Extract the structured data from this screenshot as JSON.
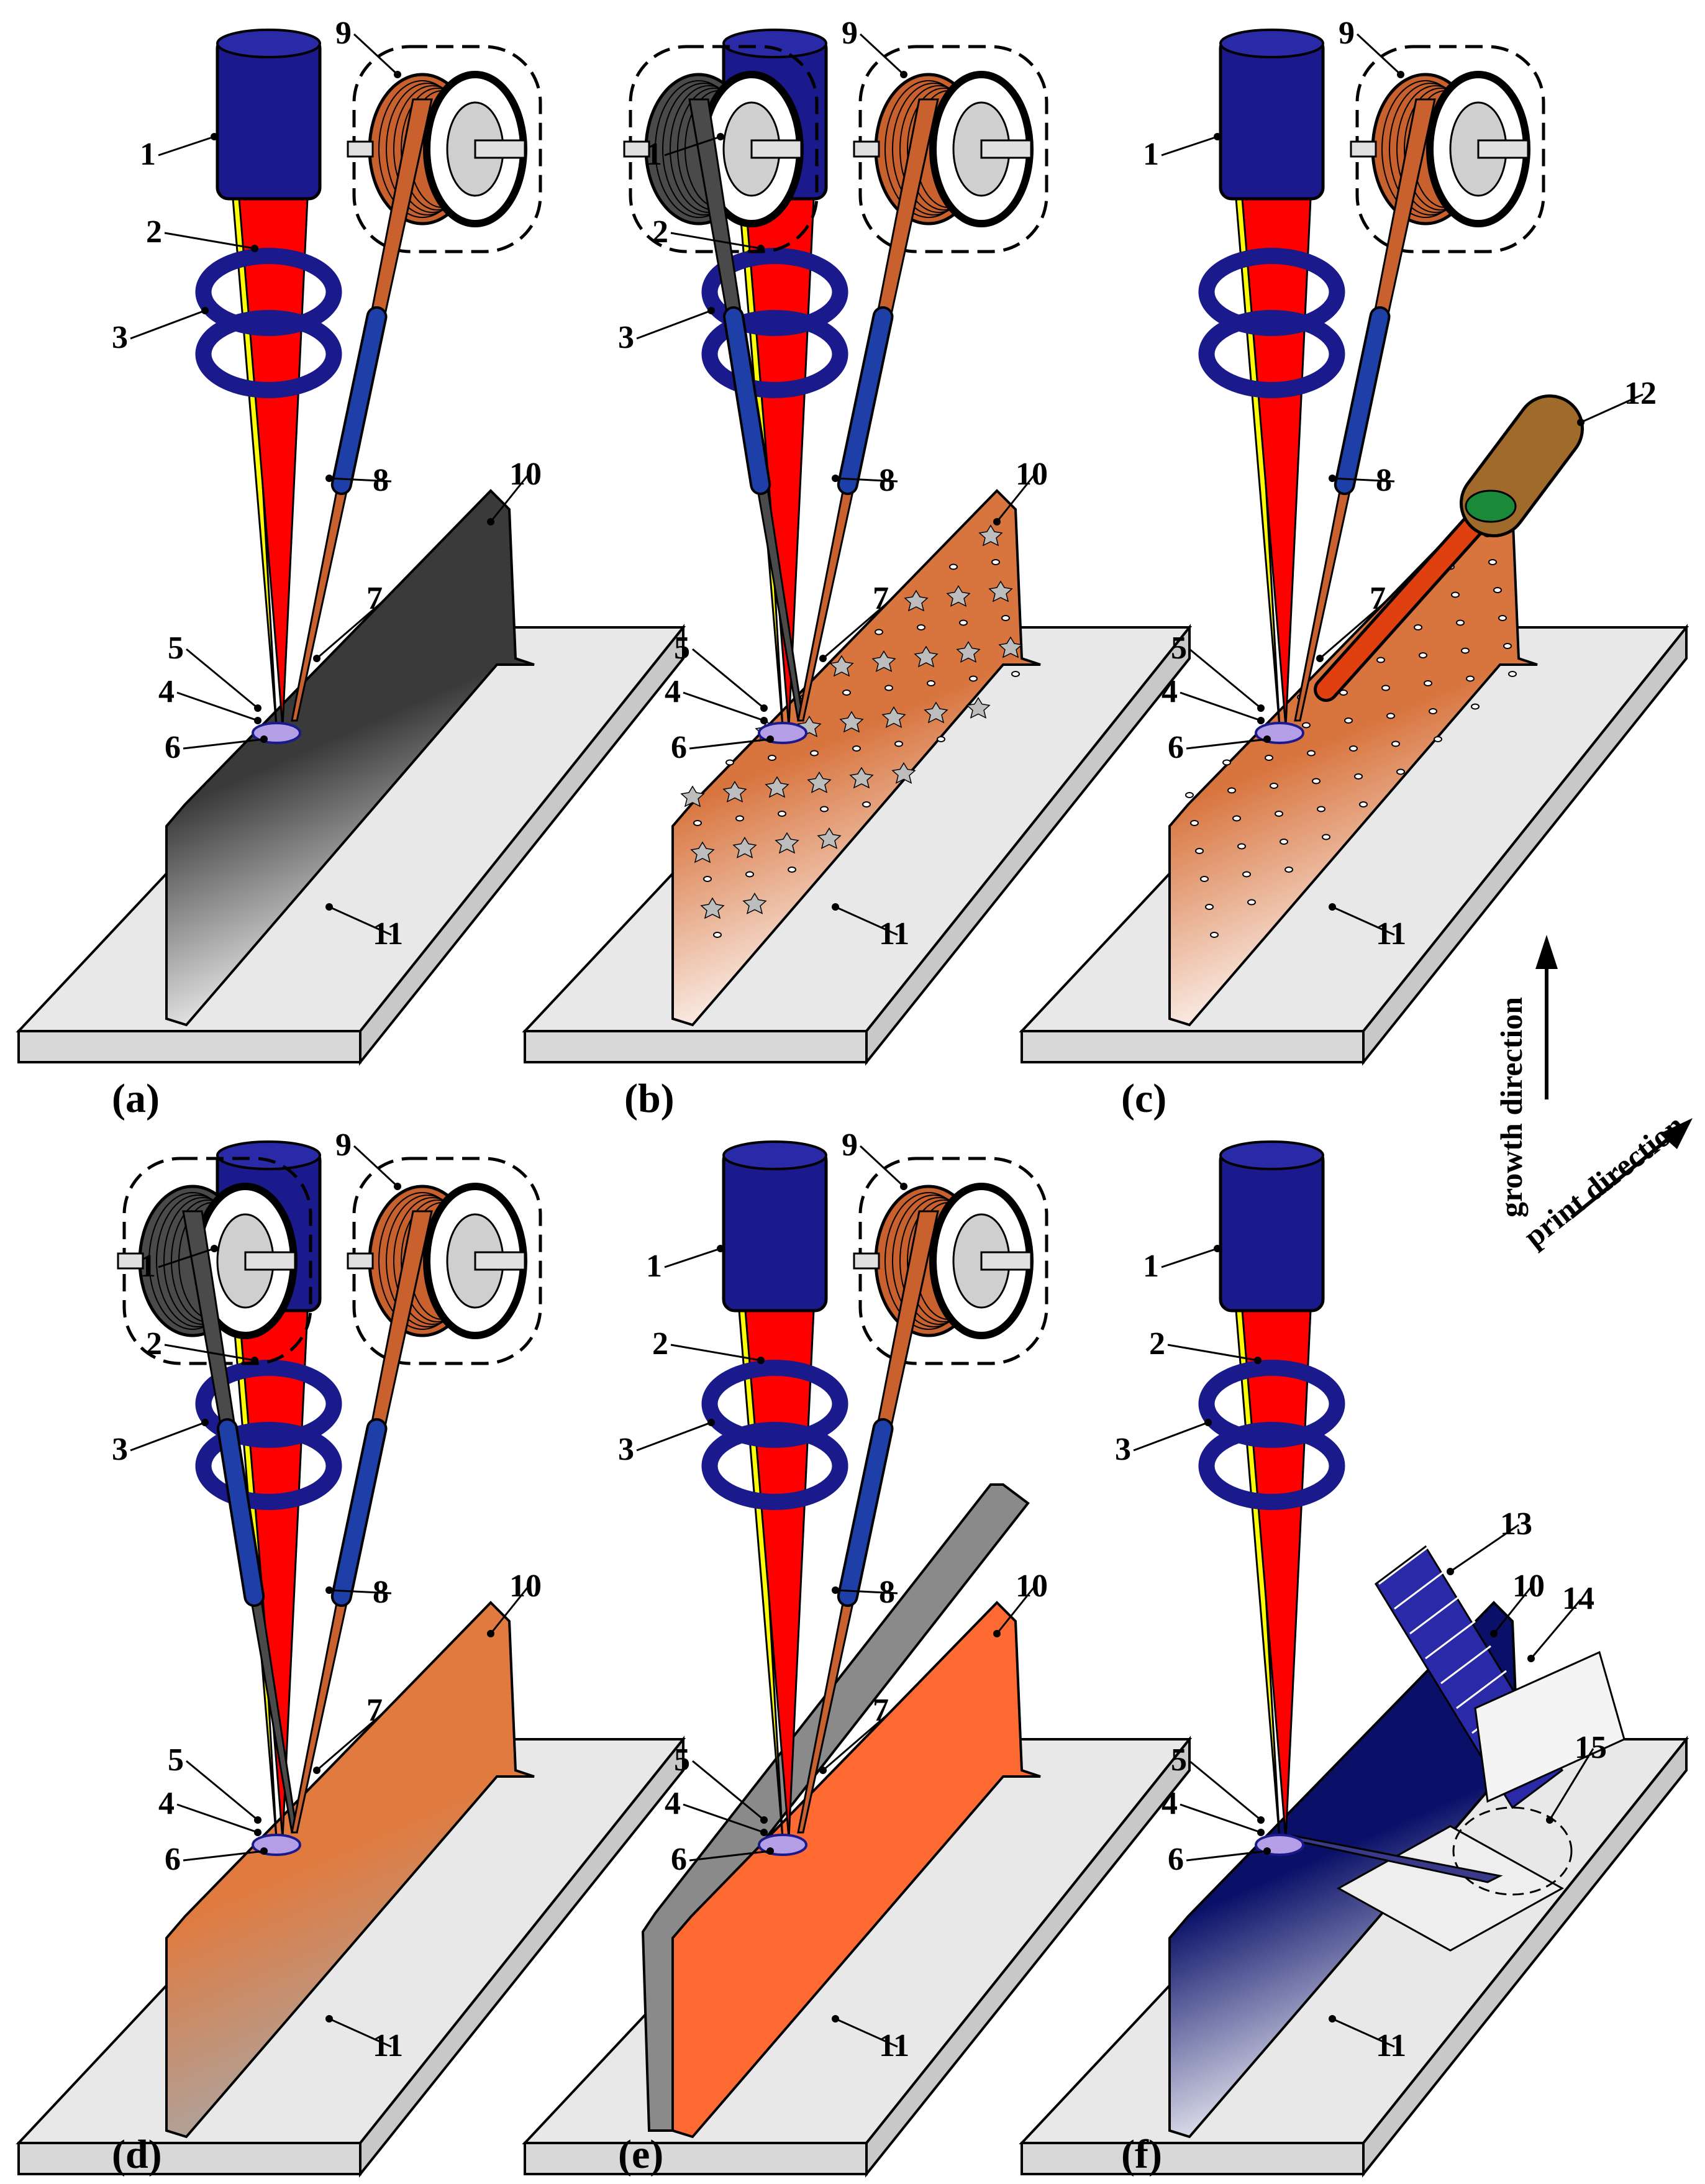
{
  "panels": [
    {
      "id": "a",
      "caption": "(a)",
      "wall_colors": [
        "#3a3a3a",
        "#ffffff"
      ],
      "wall_pattern": "none",
      "wall2": false,
      "wires": [
        {
          "color": "#c8612e",
          "spool": "copper"
        }
      ],
      "feeder": "wire",
      "powder_nozzle": false,
      "callouts": [
        "1",
        "2",
        "3",
        "4",
        "5",
        "6",
        "7",
        "8",
        "9",
        "10",
        "11"
      ]
    },
    {
      "id": "b",
      "caption": "(b)",
      "wall_colors": [
        "#d8753f",
        "#ffffff"
      ],
      "wall_pattern": "stars",
      "wall2": false,
      "wires": [
        {
          "color": "#4a4a4a",
          "spool": "dark"
        },
        {
          "color": "#c8612e",
          "spool": "copper"
        }
      ],
      "feeder": "wire",
      "powder_nozzle": false,
      "callouts": [
        "1",
        "2",
        "3",
        "4",
        "5",
        "6",
        "7",
        "8",
        "9",
        "10",
        "11"
      ]
    },
    {
      "id": "c",
      "caption": "(c)",
      "wall_colors": [
        "#d8753f",
        "#ffffff"
      ],
      "wall_pattern": "dots",
      "wall2": false,
      "wires": [
        {
          "color": "#c8612e",
          "spool": "copper"
        }
      ],
      "feeder": "wire",
      "powder_nozzle": true,
      "callouts": [
        "1",
        "4",
        "5",
        "6",
        "7",
        "8",
        "9",
        "11",
        "12"
      ]
    },
    {
      "id": "d",
      "caption": "(d)",
      "wall_colors": [
        "#e07a3e",
        "#a8a8a8"
      ],
      "wall_pattern": "none",
      "wall2": false,
      "wires": [
        {
          "color": "#4a4a4a",
          "spool": "dark"
        },
        {
          "color": "#c8612e",
          "spool": "copper"
        }
      ],
      "feeder": "wire",
      "powder_nozzle": false,
      "callouts": [
        "1",
        "2",
        "3",
        "4",
        "5",
        "6",
        "7",
        "8",
        "9",
        "10",
        "11"
      ]
    },
    {
      "id": "e",
      "caption": "(e)",
      "wall_colors": [
        "#ff6a33",
        "#ff6a33"
      ],
      "wall_pattern": "none",
      "wall2": true,
      "wires": [
        {
          "color": "#c8612e",
          "spool": "copper"
        }
      ],
      "feeder": "wire",
      "powder_nozzle": false,
      "callouts": [
        "1",
        "2",
        "3",
        "4",
        "5",
        "6",
        "7",
        "8",
        "9",
        "10",
        "11"
      ]
    },
    {
      "id": "f",
      "caption": "(f)",
      "wall_colors": [
        "#0a1068",
        "#ffffff"
      ],
      "wall_pattern": "none",
      "wall2": false,
      "wires": [
        {
          "color": "#3a3a8a",
          "spool": "none"
        }
      ],
      "feeder": "ribbon",
      "powder_nozzle": false,
      "callouts": [
        "1",
        "2",
        "3",
        "4",
        "5",
        "6",
        "10",
        "11",
        "13",
        "14",
        "15"
      ]
    }
  ],
  "directions": {
    "growth": "growth direction",
    "print": "print direction"
  },
  "colors": {
    "laser_head": "#1a1a8c",
    "beam": "#ff0000",
    "camera_beam": "#ffff00",
    "ring": "#1a1a8c",
    "substrate": "#e8e8e8",
    "guide_tube": "#1f3fa8"
  }
}
